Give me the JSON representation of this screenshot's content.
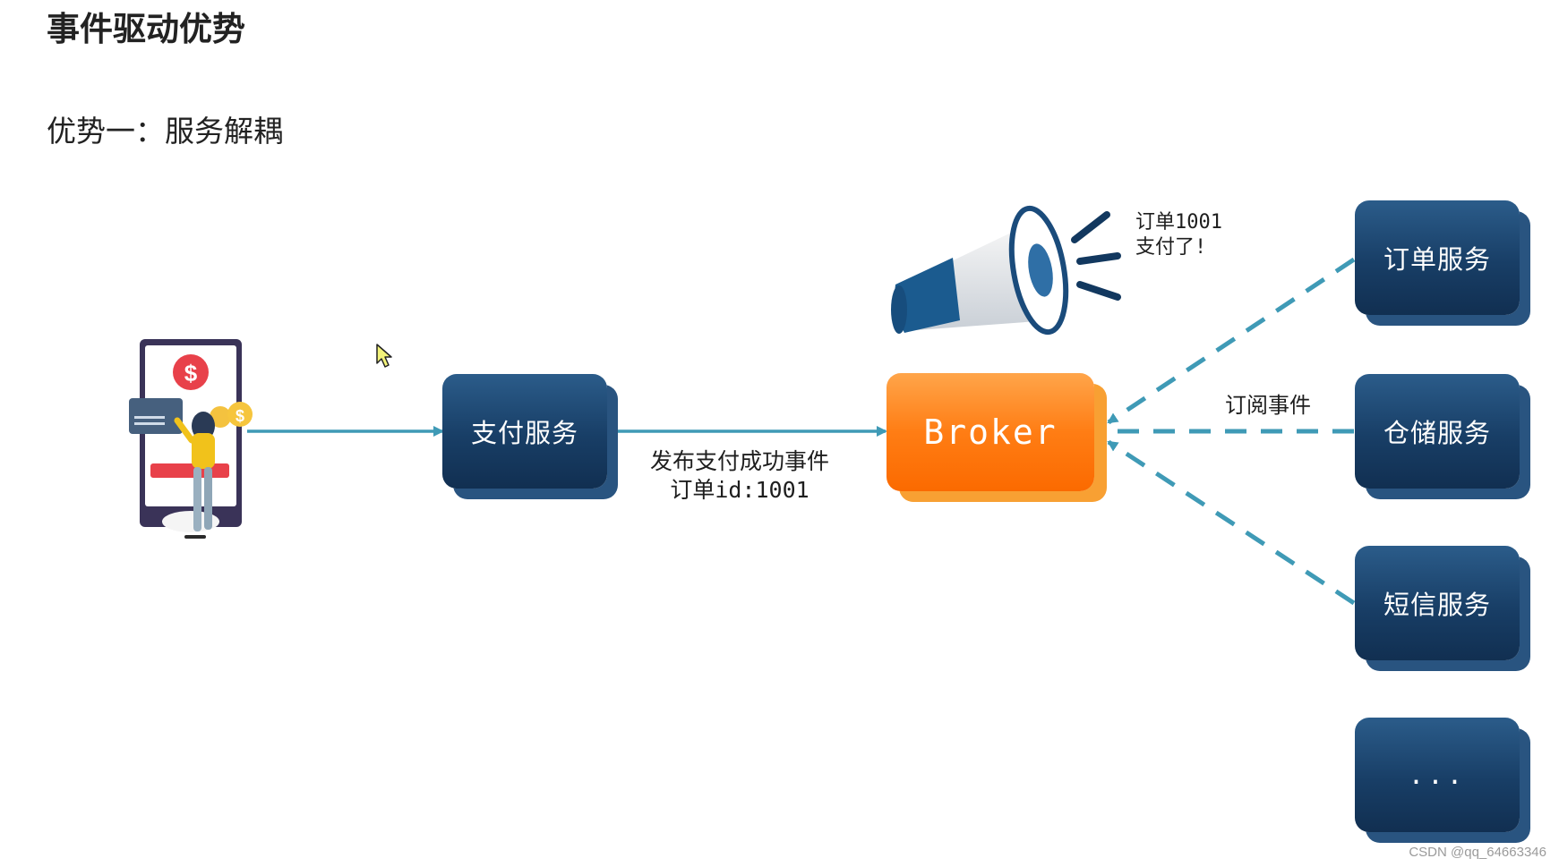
{
  "title": "事件驱动优势",
  "subtitle": "优势一：服务解耦",
  "nodes": {
    "pay_service": "支付服务",
    "broker": "Broker",
    "order_service": "订单服务",
    "storage_service": "仓储服务",
    "sms_service": "短信服务",
    "more": "..."
  },
  "publish_label": {
    "line1": "发布支付成功事件",
    "line2": "订单id:1001"
  },
  "announcement": {
    "line1": "订单1001",
    "line2": "支付了!"
  },
  "subscribe_label": "订阅事件",
  "watermark": "CSDN @qq_64663346",
  "colors": {
    "service_box": "#183e66",
    "broker": "#ff7d14",
    "arrow": "#3f9ab6"
  },
  "icons": [
    "phone-payment-illustration",
    "megaphone-icon",
    "cursor-icon"
  ]
}
